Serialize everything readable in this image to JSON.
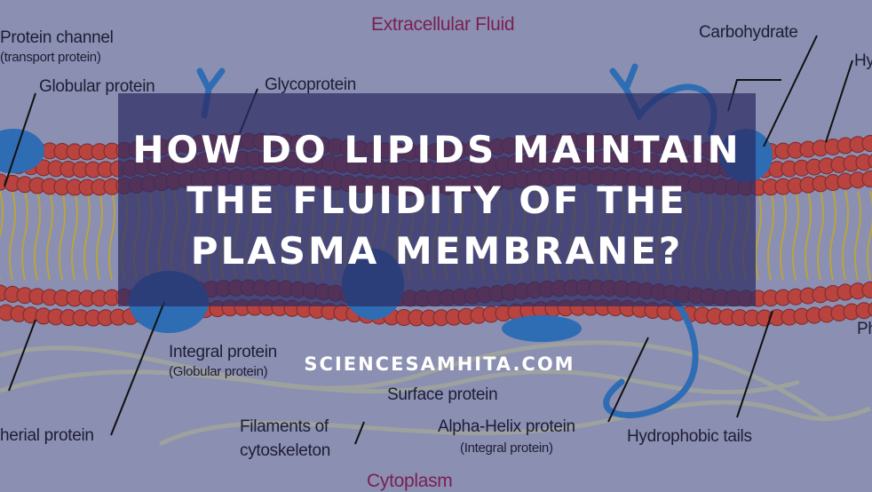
{
  "diagram": {
    "region_top": "Extracellular Fluid",
    "region_bottom": "Cytoplasm",
    "labels": {
      "protein_channel": "Protein channel",
      "protein_channel_sub": "(transport protein)",
      "globular_protein": "Globular protein",
      "glycoprotein": "Glycoprotein",
      "carbohydrate": "Carbohydrate",
      "hy_cut": "Hy",
      "ph_cut": "Ph",
      "integral_protein": "Integral protein",
      "integral_protein_sub": "(Globular protein)",
      "surface_protein": "Surface protein",
      "peripheral_protein": "herial protein",
      "filaments": "Filaments of",
      "filaments2": "cytoskeleton",
      "alpha_helix": "Alpha-Helix protein",
      "alpha_helix_sub": "(Integral protein)",
      "hydrophobic_tails": "Hydrophobic tails"
    },
    "colors": {
      "background": "#8b8fb1",
      "heads": "#b8433f",
      "tails": "#b9a43c",
      "protein": "#2e6db4",
      "overlay": "#2c2c64"
    }
  },
  "title": {
    "line1": "HOW DO LIPIDS MAINTAIN",
    "line2": "THE FLUIDITY OF THE",
    "line3": "PLASMA MEMBRANE?"
  },
  "site": "SCIENCESAMHITA.COM"
}
